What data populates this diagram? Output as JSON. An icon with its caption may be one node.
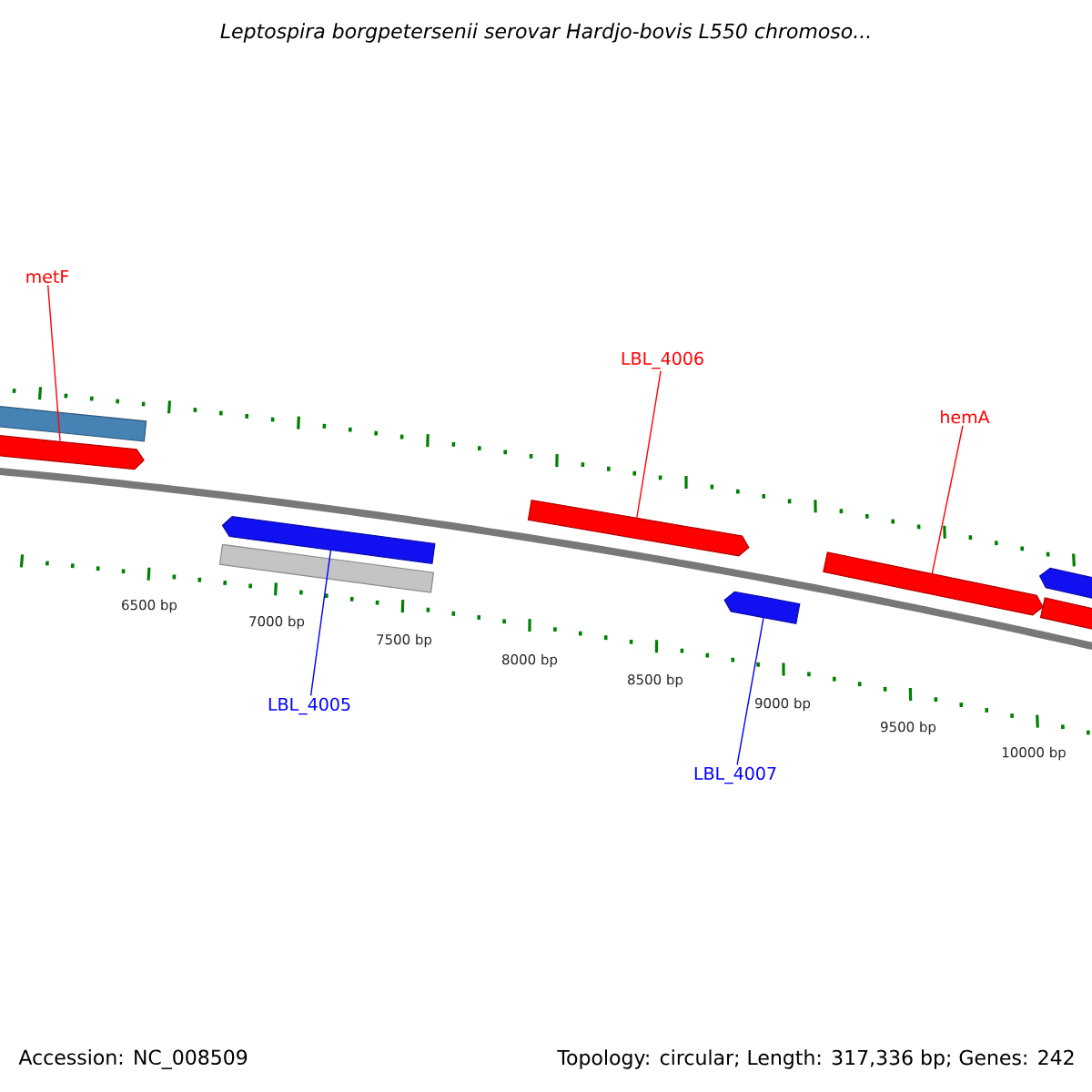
{
  "diagram": {
    "title": "Leptospira borgpetersenii serovar Hardjo-bovis L550 chromoso...",
    "nodes": [
      {
        "text": [
          "metF"
        ]
      },
      {
        "text": [
          "LBL_4006"
        ]
      },
      {
        "text": [
          "hemA"
        ]
      },
      {
        "text": [],
        "shape": "bar"
      },
      {
        "text": [],
        "shape": "bar"
      },
      {
        "text": [],
        "shape": "bar"
      },
      {
        "text": [],
        "shape": "bar"
      },
      {
        "text": [],
        "shape": "bar"
      },
      {
        "text": [],
        "shape": "bar"
      },
      {
        "text": [],
        "shape": "bar"
      },
      {
        "text": [],
        "shape": "bar"
      },
      {
        "text": [],
        "shape": "bar"
      },
      {
        "text": [
          "LBL_4005"
        ]
      },
      {
        "text": [
          "LBL_4007"
        ]
      }
    ],
    "edges": [
      {
        "from": 0,
        "to": 4,
        "arrow": "none"
      },
      {
        "from": 1,
        "to": 6,
        "arrow": "none"
      },
      {
        "from": 2,
        "to": 7,
        "arrow": "none"
      },
      {
        "from": 12,
        "to": 9,
        "arrow": "none",
        "color": "#0000ff"
      },
      {
        "from": 13,
        "to": 11,
        "arrow": "none",
        "color": "#0000ff"
      }
    ],
    "labels": [
      "6500 bp",
      "7000 bp",
      "7500 bp",
      "8000 bp",
      "8500 bp",
      "9000 bp",
      "9500 bp",
      "10000 bp",
      "Accession: NC_008509",
      "Topology: circular; Length: 317,336 bp; Genes: 242"
    ]
  }
}
